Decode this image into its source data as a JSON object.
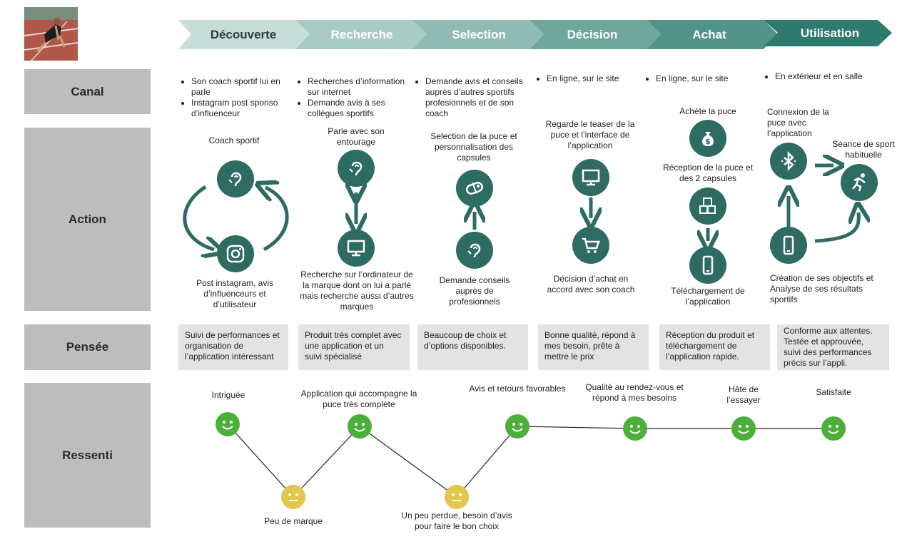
{
  "stages": [
    {
      "label": "Découverte"
    },
    {
      "label": "Recherche"
    },
    {
      "label": "Selection"
    },
    {
      "label": "Décision"
    },
    {
      "label": "Achat"
    },
    {
      "label": "Utilisation"
    }
  ],
  "rows": {
    "canal": "Canal",
    "action": "Action",
    "pensee": "Pensée",
    "ressenti": "Ressenti"
  },
  "canal": {
    "decouverte": [
      "Son coach sportif lui en parle",
      "Instagram post sponso d’influenceur"
    ],
    "recherche": [
      "Recherches d’information sur internet",
      "Demande avis à ses collègues sportifs"
    ],
    "selection": [
      "Demande avis et conseils auprès d’autres sportifs profesionnels et de son coach"
    ],
    "decision": [
      "En ligne, sur le site"
    ],
    "achat": [
      "En ligne, sur le site"
    ],
    "utilisation": [
      "En extérieur et en salle"
    ]
  },
  "actions": {
    "coach": "Coach sportif",
    "post_instagram": "Post instagram, avis d’influenceurs et d’utilisateur",
    "entourage": "Parle avec son entourage",
    "ordinateur": "Recherche sur l’ordinateur de la marque dont on lui a parlé mais recherche aussi d’autres marques",
    "selection_puce": "Selection de la puce et personnalisation des capsules",
    "demande_conseils": "Demande conseils auprès de profesionnels",
    "teaser": "Regarde le teaser de la puce et l’interface de l’application",
    "decision_achat": "Décision d’achat en accord avec son coach",
    "achete_puce": "Achète la puce",
    "reception": "Réception de la puce et des 2 capsules",
    "telechargement": "Téléchargement de l’application",
    "connexion": "Connexion de la puce avec l’application",
    "seance": "Séance de sport habituelle",
    "creation": "Création de ses objectifs et Analyse de ses résultats sportifs"
  },
  "pensee": [
    "Suivi de performances et organisation de l’application intéressant",
    "Produit très complet avec une application et un suivi spécialisé",
    "Beaucoup de choix et d’options disponibles.",
    "Bonne qualité, répond à mes besoin, prête à mettre le prix",
    "Réception du produit et téléchargement de l’application rapide.",
    "Conforme aux attentes. Testée et approuvée, suivi des performances précis sur l’appli."
  ],
  "ressenti": [
    {
      "label": "Intriguée",
      "mood": "happy",
      "value": 1
    },
    {
      "label": "Peu de marque",
      "mood": "neutral",
      "value": 0
    },
    {
      "label": "Application qui accompagne la puce très complète",
      "mood": "happy",
      "value": 1
    },
    {
      "label": "Un peu perdue, besoin d’avis pour faire le bon choix",
      "mood": "neutral",
      "value": 0
    },
    {
      "label": "Avis et retours favorables",
      "mood": "happy",
      "value": 1
    },
    {
      "label": "Qualité au rendez-vous et répond à mes besoins",
      "mood": "happy",
      "value": 1
    },
    {
      "label": "Hâte de l’essayer",
      "mood": "happy",
      "value": 1
    },
    {
      "label": "Satisfaite",
      "mood": "happy",
      "value": 1
    }
  ],
  "icons": {
    "ear": "ear-icon",
    "instagram": "instagram-icon",
    "monitor": "monitor-icon",
    "capsules": "capsules-icon",
    "cart": "cart-icon",
    "money_bag": "money-bag-icon",
    "boxes": "boxes-icon",
    "phone": "smartphone-icon",
    "bluetooth": "bluetooth-icon",
    "runner": "runner-icon"
  },
  "colors": {
    "accent": "#2e6b62",
    "happy": "#4caf3a",
    "neutral": "#e3c64b",
    "row_label_bg": "#bdbdbd",
    "thought_bg": "#e3e3e3",
    "stages": [
      "#c7ddd8",
      "#a8cbc4",
      "#8fbbb2",
      "#6fa79d",
      "#52938a",
      "#2e7a6f"
    ]
  }
}
